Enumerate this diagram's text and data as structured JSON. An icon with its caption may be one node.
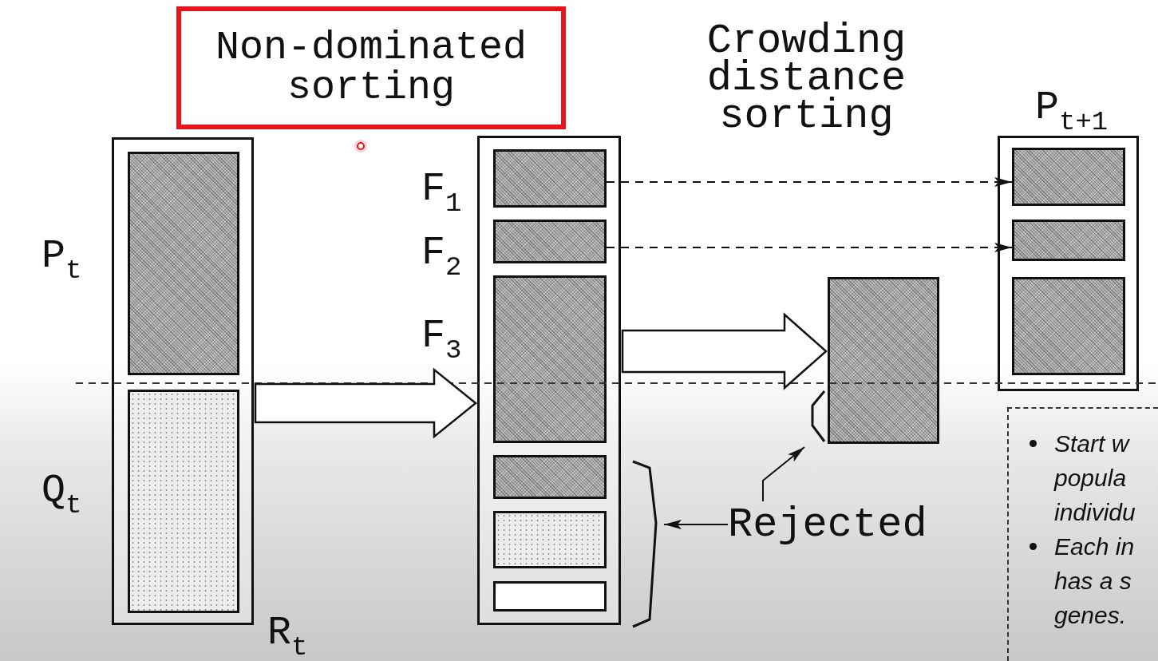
{
  "diagram": {
    "nodes": [
      {
        "text": [
          "Non-dominated sorting"
        ]
      },
      {
        "text": [],
        "shape": "box",
        "beside": [
          "R$_{t}$"
        ]
      },
      {
        "text": [],
        "shape": "box",
        "in": 1,
        "beside": [
          "P$_{t}$"
        ]
      },
      {
        "text": [],
        "shape": "box",
        "in": 1,
        "beside": [
          "Q$_{t}$"
        ]
      },
      {
        "text": [],
        "shape": "box"
      },
      {
        "text": [],
        "shape": "box",
        "in": 4,
        "beside": [
          "F$_{1}$"
        ]
      },
      {
        "text": [],
        "shape": "box",
        "in": 4,
        "beside": [
          "F$_{2}$"
        ]
      },
      {
        "text": [],
        "shape": "box",
        "in": 4,
        "beside": [
          "F$_{3}$"
        ]
      },
      {
        "text": [],
        "shape": "box",
        "in": 4
      },
      {
        "text": [],
        "shape": "box",
        "in": 4
      },
      {
        "text": [],
        "shape": "box",
        "in": 4
      },
      {
        "text": [],
        "shape": "box"
      },
      {
        "text": [],
        "shape": "box",
        "beside": [
          "P$_{t+1}$"
        ]
      },
      {
        "text": [],
        "shape": "box",
        "in": 12
      },
      {
        "text": [],
        "shape": "box",
        "in": 12
      },
      {
        "text": [],
        "shape": "box",
        "in": 12
      },
      {
        "text": [
          "Rejected"
        ]
      },
      {
        "text": [
          "Start w popula individu",
          "Each in has a s genes."
        ]
      }
    ],
    "edges": [
      {
        "from": 1,
        "to": 4,
        "arrow": "to",
        "style": "thick"
      },
      {
        "from": 4,
        "to": 11,
        "arrow": "to",
        "style": "thick"
      },
      {
        "from": 5,
        "to": 13,
        "arrow": "to",
        "style": "dashed"
      },
      {
        "from": 6,
        "to": 14,
        "arrow": "to",
        "style": "dashed"
      },
      {
        "from": 16,
        "to": 4,
        "arrow": "to"
      },
      {
        "from": 16,
        "to": 11,
        "arrow": "to"
      }
    ],
    "labels": [
      "Crowding distance sorting"
    ]
  }
}
